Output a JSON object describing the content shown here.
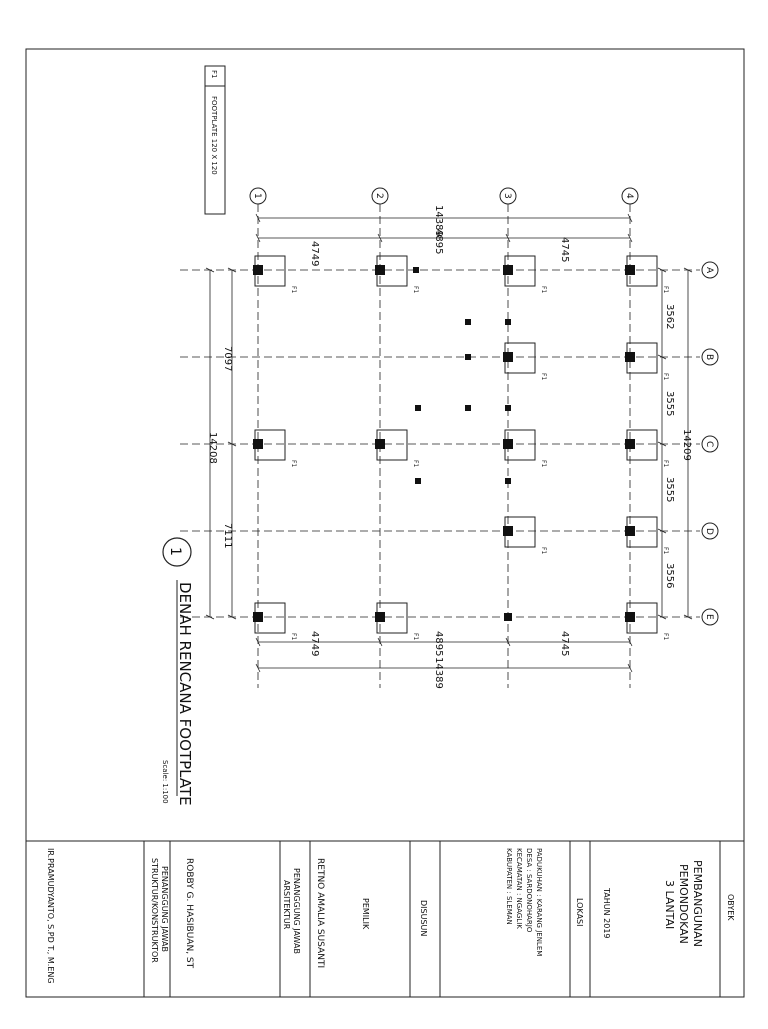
{
  "legend": {
    "code": "F1",
    "description": "FOOTPLATE 120 X 120"
  },
  "plan": {
    "title": "DENAH RENCANA FOOTPLATE",
    "scale": "Scale: 1:100",
    "detail_number": "1",
    "footing_label": "F1",
    "grid_numbers": [
      "1",
      "2",
      "3",
      "4"
    ],
    "grid_letters": [
      "A",
      "B",
      "C",
      "D",
      "E"
    ],
    "dims_top": {
      "a": "4749",
      "total": "14389",
      "b": "4895",
      "c": "4745"
    },
    "dims_bottom": {
      "a": "4749",
      "b": "4895",
      "total": "14389",
      "c": "4745"
    },
    "dims_right": {
      "ab": "3562",
      "bc": "3555",
      "total": "14209",
      "cd": "3555",
      "de": "3556"
    },
    "dims_left": {
      "ac": "7097",
      "total": "14208",
      "ce": "7111"
    }
  },
  "title_block": {
    "obyek_label": "OBYEK",
    "project_title": [
      "PEMBANGUNAN",
      "PEMONDOKAN",
      "3 LANTAI"
    ],
    "year": "TAHUN 2019",
    "lokasi_label": "LOKASI",
    "address_lines": [
      "PADUKUHAN : KARANG JENLEM",
      "DESA : SARDONOHARJO",
      "KECAMATAN : NGAGLIK",
      "KABUPATEN : SLEMAN"
    ],
    "disusun_label": "DISUSUN",
    "pemilik_label": "PEMILIK",
    "owner_name": "RETNO AMALIA SUSANTI",
    "arch_role": [
      "PENANGGUNG JAWAB",
      "ARSITEKTUR"
    ],
    "struct_name": "ROBBY G. HASIBUAN, ST",
    "struct_role": [
      "PENANGGUNG JAWAB",
      "STRUKTUR/KONSTRUKTOR"
    ],
    "engineer_name": "IR.PRAMUDYANTO, S.PD T., M.ENG"
  }
}
